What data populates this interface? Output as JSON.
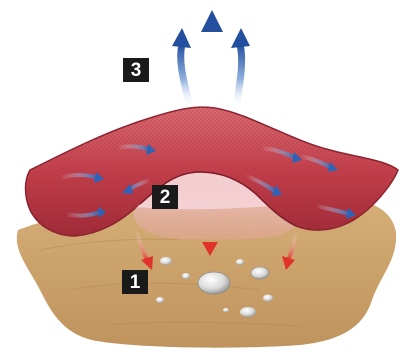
{
  "steps": [
    {
      "label": "1"
    },
    {
      "label": "2"
    },
    {
      "label": "3"
    }
  ],
  "colors": {
    "mat_red": "#c0404c",
    "soil": "#c9a06a",
    "arrow_blue": "#2f63b5",
    "arrow_red": "#e0312b",
    "badge": "#1a1a1a"
  },
  "icons": {
    "upward_flow": "arrow-up-icon",
    "downward_flow": "arrow-down-icon",
    "lateral_flow": "arrow-right-icon"
  }
}
